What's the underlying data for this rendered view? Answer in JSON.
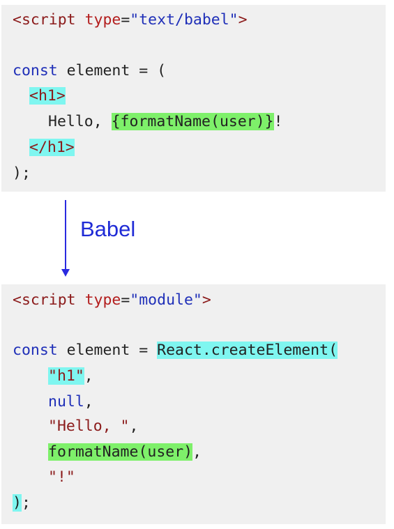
{
  "top_block": {
    "line1": {
      "open": "<script",
      "attr": "type",
      "eq": "=",
      "value": "\"text/babel\"",
      "close": ">"
    },
    "line2": {
      "kw": "const",
      "rest": " element = ("
    },
    "line3": {
      "tag": "<h1>"
    },
    "line4": {
      "text": "Hello, ",
      "expr": "{formatName(user)}",
      "bang": "!"
    },
    "line5": {
      "tag": "</h1>"
    },
    "line6": {
      "text": ");"
    }
  },
  "arrow": {
    "label": "Babel",
    "color": "#2a2ae0"
  },
  "bottom_block": {
    "line1": {
      "open": "<script",
      "attr": "type",
      "eq": "=",
      "value": "\"module\"",
      "close": ">"
    },
    "line2": {
      "kw": "const",
      "mid": " element = ",
      "call": "React.createElement("
    },
    "line3": {
      "str": "\"h1\"",
      "comma": ","
    },
    "line4": {
      "kw": "null",
      "comma": ","
    },
    "line5": {
      "str": "\"Hello, \"",
      "comma": ","
    },
    "line6": {
      "call": "formatName(user)",
      "comma": ","
    },
    "line7": {
      "str": "\"!\""
    },
    "line8": {
      "paren": ")",
      "semi": ";"
    }
  },
  "colors": {
    "cyan_highlight": "#7ff6f0",
    "green_highlight": "#7ef06a",
    "code_background": "#f0f0f0"
  }
}
